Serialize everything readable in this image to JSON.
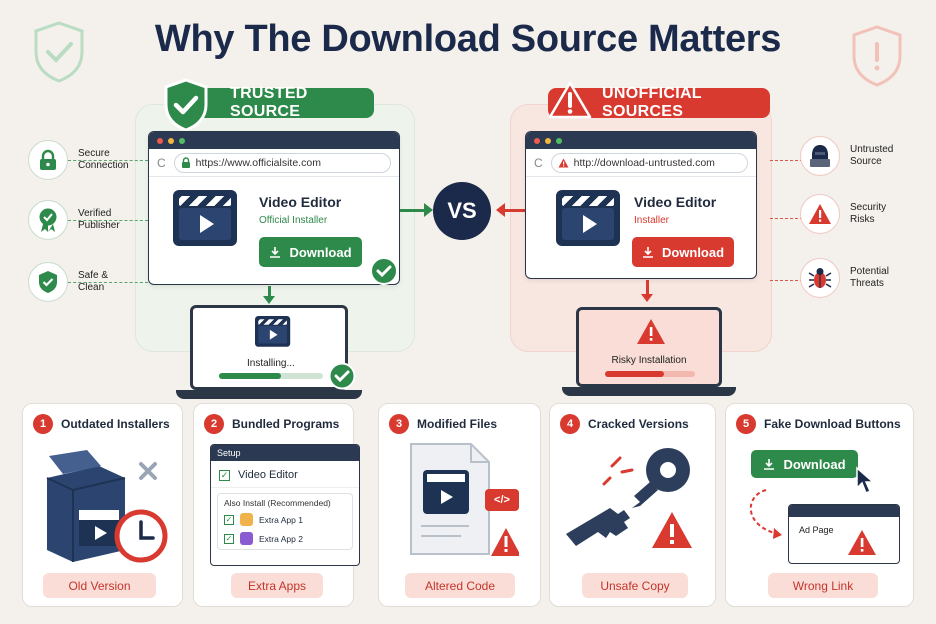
{
  "title": "Why The Download Source Matters",
  "trusted": {
    "badge": "TRUSTED SOURCE",
    "url": "https://www.officialsite.com",
    "app_name": "Video Editor",
    "app_sub": "Official Installer",
    "download_label": "Download",
    "install_label": "Installing...",
    "install_progress": 0.6,
    "features": [
      {
        "label": "Secure Connection",
        "icon": "lock-icon"
      },
      {
        "label": "Verified Publisher",
        "icon": "verified-badge-icon"
      },
      {
        "label": "Safe & Clean",
        "icon": "shield-check-icon"
      }
    ]
  },
  "vs_label": "VS",
  "unofficial": {
    "badge": "UNOFFICIAL SOURCES",
    "url": "http://download-untrusted.com",
    "app_name": "Video Editor",
    "app_sub": "Installer",
    "download_label": "Download",
    "install_label": "Risky Installation",
    "install_progress": 0.65,
    "features": [
      {
        "label": "Untrusted Source",
        "icon": "hacker-icon"
      },
      {
        "label": "Security Risks",
        "icon": "warning-icon"
      },
      {
        "label": "Potential Threats",
        "icon": "bug-icon"
      }
    ]
  },
  "cards": [
    {
      "num": "1",
      "title": "Outdated Installers",
      "tag": "Old Version"
    },
    {
      "num": "2",
      "title": "Bundled Programs",
      "tag": "Extra Apps",
      "setup_title": "Setup",
      "main_item": "Video Editor",
      "also_install": "Also Install (Recommended)",
      "extra_items": [
        "Extra App 1",
        "Extra App 2"
      ]
    },
    {
      "num": "3",
      "title": "Modified Files",
      "tag": "Altered Code",
      "code_glyph": "</>"
    },
    {
      "num": "4",
      "title": "Cracked Versions",
      "tag": "Unsafe Copy"
    },
    {
      "num": "5",
      "title": "Fake Download Buttons",
      "tag": "Wrong Link",
      "fake_button": "Download",
      "ad_page": "Ad Page"
    }
  ],
  "colors": {
    "green": "#2e8a4a",
    "red": "#d93a30",
    "navy": "#1b2a4a",
    "background": "#f4f1ec"
  }
}
